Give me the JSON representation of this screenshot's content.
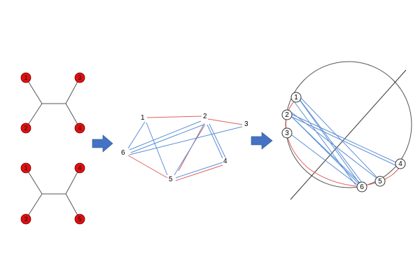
{
  "colors": {
    "node_fill": "#e01010",
    "node_stroke": "#7a0000",
    "tree_edge": "#555555",
    "arrow": "#4472c4",
    "blue_edge": "#5b8fd4",
    "red_edge": "#e06060",
    "circle": "#555555"
  },
  "tree_top": {
    "leaves": [
      {
        "label": "1"
      },
      {
        "label": "3"
      },
      {
        "label": "2"
      },
      {
        "label": "4"
      }
    ]
  },
  "tree_bottom": {
    "leaves": [
      {
        "label": "1"
      },
      {
        "label": "4"
      },
      {
        "label": "3"
      },
      {
        "label": "5"
      }
    ]
  },
  "graph": {
    "nodes": [
      {
        "label": "1"
      },
      {
        "label": "2"
      },
      {
        "label": "3"
      },
      {
        "label": "4"
      },
      {
        "label": "5"
      },
      {
        "label": "6"
      }
    ]
  },
  "circle_graph": {
    "nodes": [
      {
        "label": "1"
      },
      {
        "label": "2"
      },
      {
        "label": "3"
      },
      {
        "label": "4"
      },
      {
        "label": "5"
      },
      {
        "label": "6"
      }
    ]
  }
}
